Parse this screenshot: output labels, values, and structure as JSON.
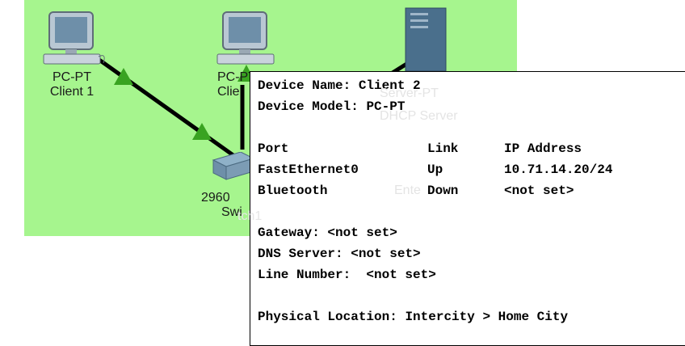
{
  "workspace": {
    "background": "#a6f58e",
    "devices": {
      "client1": {
        "type": "PC-PT",
        "name": "Client 1"
      },
      "client2": {
        "type_partial": "PC-PT",
        "name_partial": "Clie"
      },
      "switch1": {
        "model_partial": "2960",
        "name_partial": "Swi",
        "name_suffix": "tch1"
      },
      "server": {
        "type": "Server-PT",
        "name": "DHCP Server"
      }
    },
    "ghost_text": {
      "enter": "Ente"
    },
    "colors": {
      "link": "#000000",
      "link_indicator": "#39a321",
      "server_body": "#4a6f8c"
    }
  },
  "tooltip": {
    "device_name_label": "Device Name:",
    "device_name": "Client 2",
    "device_model_label": "Device Model:",
    "device_model": "PC-PT",
    "headers": {
      "port": "Port",
      "link": "Link",
      "ip": "IP Address"
    },
    "ports": [
      {
        "port": "FastEthernet0",
        "link": "Up",
        "ip": "10.71.14.20/24"
      },
      {
        "port": "Bluetooth",
        "link": "Down",
        "ip": "<not set>"
      }
    ],
    "gateway_label": "Gateway:",
    "gateway": "<not set>",
    "dns_label": "DNS Server:",
    "dns": "<not set>",
    "line_number_label": "Line Number:",
    "line_number": "<not set>",
    "location_label": "Physical Location:",
    "location": "Intercity > Home City"
  }
}
